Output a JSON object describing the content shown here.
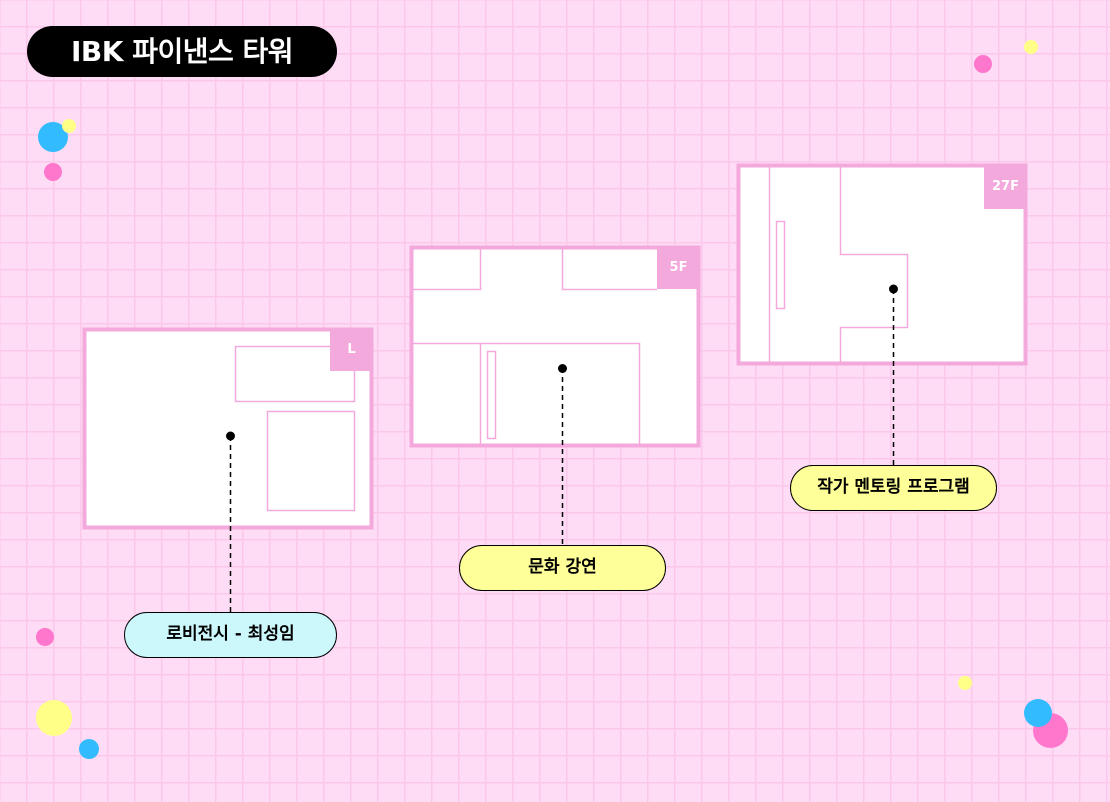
{
  "title": "IBK 파이낸스 타워",
  "floors": [
    {
      "label": "L",
      "event": "로비전시 - 최성임"
    },
    {
      "label": "5F",
      "event": "문화 강연"
    },
    {
      "label": "27F",
      "event": "작가 멘토링 프로그램"
    }
  ],
  "colors": {
    "plan_border": "#f4a9dc",
    "pill_cyan": "#ccf7fb",
    "pill_yellow": "#ffff99",
    "dot_blue": "#33bbff",
    "dot_pink": "#ff77cc",
    "dot_yellow": "#ffff88"
  }
}
